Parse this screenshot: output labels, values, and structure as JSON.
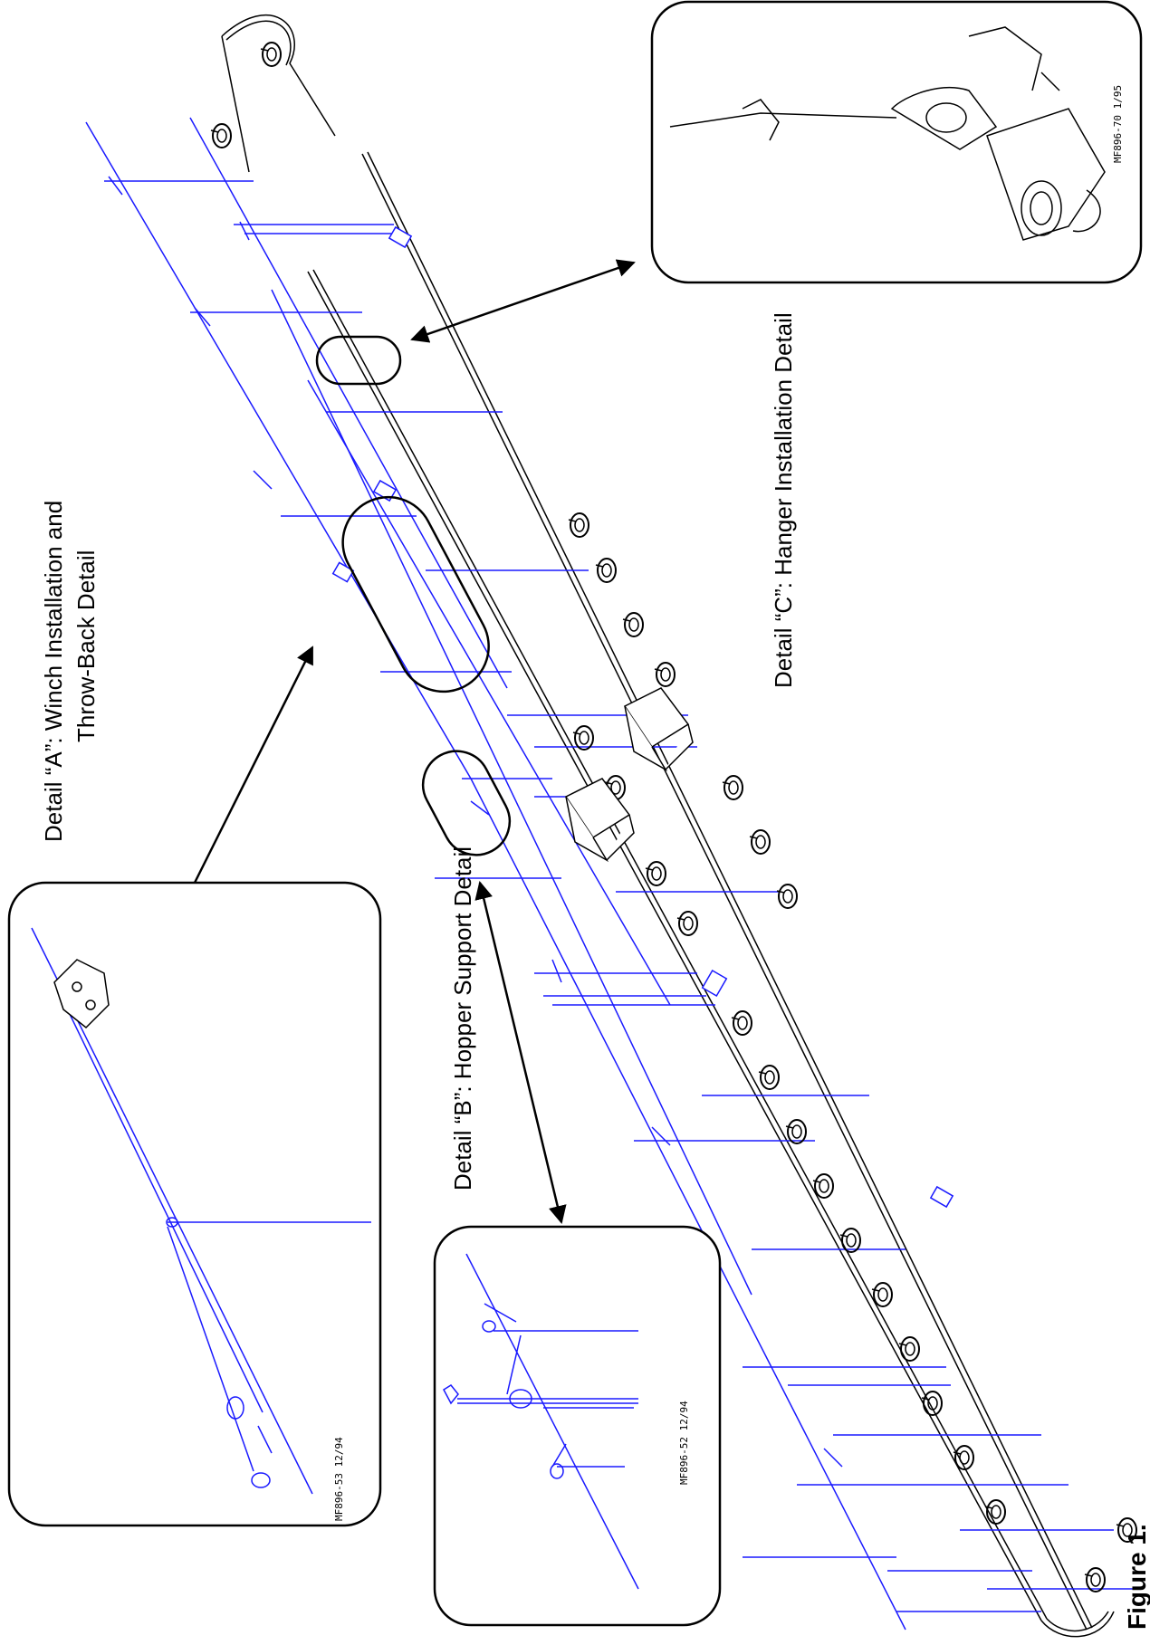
{
  "callouts": {
    "detail_a_line1": "Detail “A”: Winch Installation and",
    "detail_a_line2": "Throw-Back Detail",
    "detail_b": "Detail “B”: Hopper Support Detail",
    "detail_c": "Detail “C”: Hanger Installation Detail"
  },
  "drawing_codes": {
    "detail_a": "MF896-53 12/94",
    "detail_b": "MF896-52 12/94",
    "detail_c": "MF896-70 1/95"
  },
  "caption": "Figure 1.",
  "colors": {
    "line": "#1a1aff",
    "outline": "#000000",
    "background": "#ffffff"
  }
}
